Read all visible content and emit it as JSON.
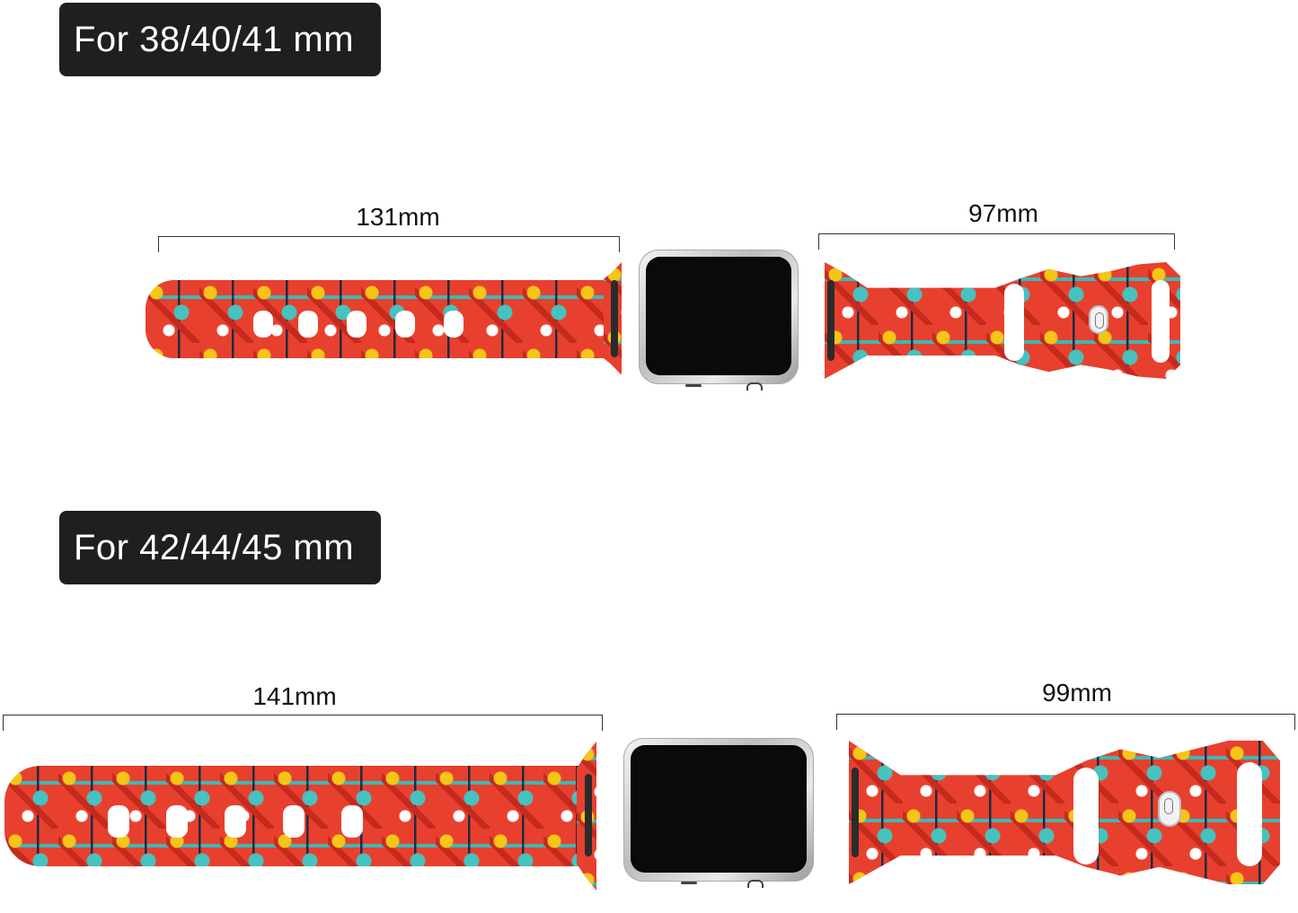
{
  "sections": [
    {
      "badge": "For 38/40/41 mm",
      "long_strap": {
        "length_label": "131mm"
      },
      "short_strap": {
        "length_label": "97mm"
      }
    },
    {
      "badge": "For 42/44/45 mm",
      "long_strap": {
        "length_label": "141mm"
      },
      "short_strap": {
        "length_label": "99mm"
      }
    }
  ],
  "colors": {
    "badge_bg": "#1f1f1f",
    "badge_text": "#ffffff",
    "band_base": "#e8402e",
    "accent_yellow": "#f5c518",
    "accent_teal": "#46c2bf",
    "accent_navy": "#1e2a44",
    "screen": "#0b0b0b"
  },
  "pattern_theme": "medical-icons"
}
